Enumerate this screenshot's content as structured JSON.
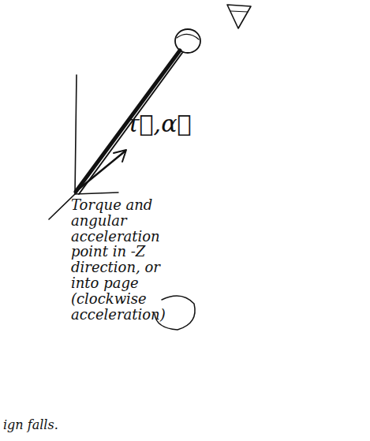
{
  "diagram": {
    "labels": [
      "τ⃗,α⃗",
      "Torque and angular acceleration point in -Z direction, or into page (clockwise acceleration)",
      "ign falls."
    ]
  }
}
